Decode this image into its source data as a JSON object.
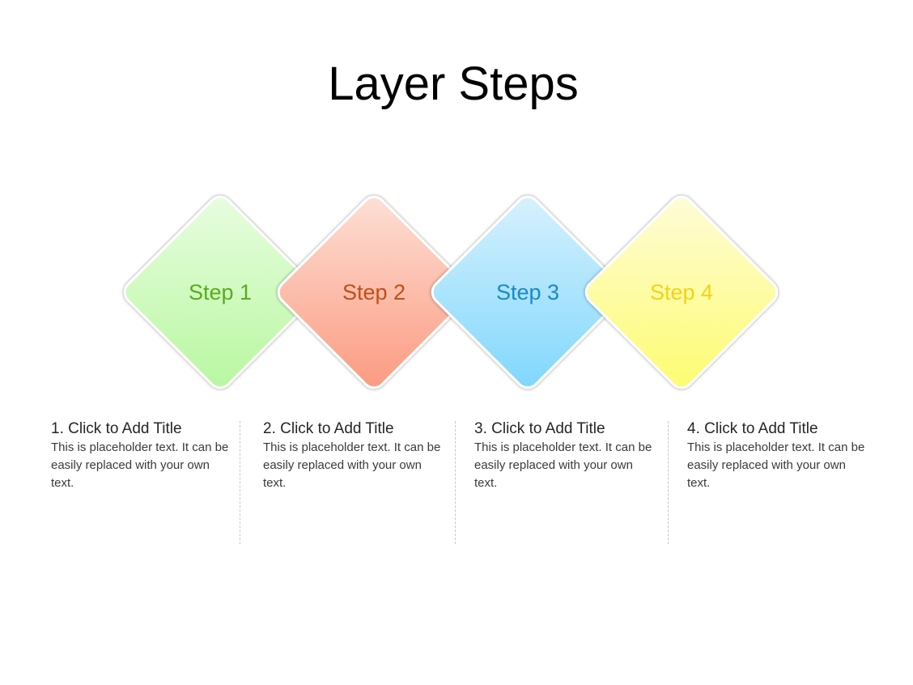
{
  "slide": {
    "title": "Layer Steps"
  },
  "steps": [
    {
      "label": "Step 1",
      "color": "#5aac1e",
      "title": "1. Click to Add Title",
      "body": "This is placeholder  text. It can be easily replaced with your own text."
    },
    {
      "label": "Step 2",
      "color": "#c0501a",
      "title": "2. Click to Add Title",
      "body": "This is placeholder  text. It can be easily replaced with your own text."
    },
    {
      "label": "Step 3",
      "color": "#1a8ac8",
      "title": "3. Click to Add Title",
      "body": "This is placeholder  text. It can be easily replaced with your own text."
    },
    {
      "label": "Step 4",
      "color": "#f2d21a",
      "title": "4. Click to Add Title",
      "body": "This is placeholder  text. It can be easily replaced with your own text."
    }
  ]
}
